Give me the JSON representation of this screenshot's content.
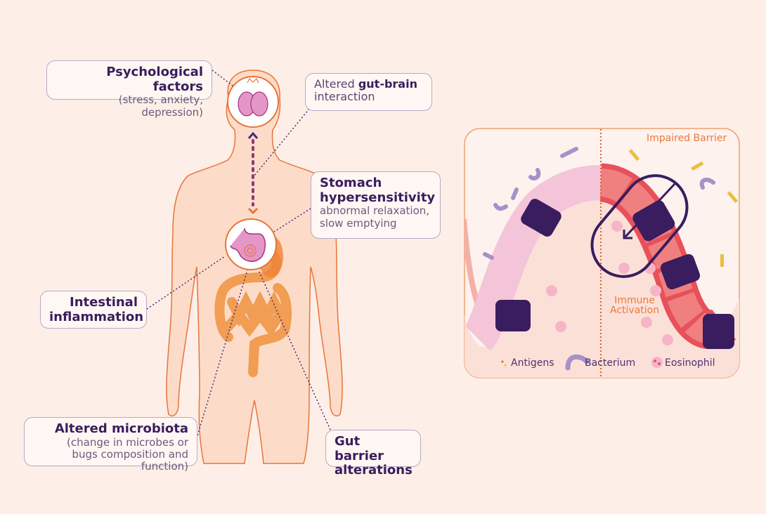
{
  "labels": {
    "psychological": {
      "title": "Psychological factors",
      "sub": "(stress, anxiety, depression)"
    },
    "gut_brain": {
      "pre": "Altered ",
      "bold": "gut-brain",
      "post": "interaction"
    },
    "stomach": {
      "title1": "Stomach",
      "title2": "hypersensitivity",
      "sub1": "abnormal relaxation,",
      "sub2": "slow emptying"
    },
    "inflammation": {
      "title1": "Intestinal",
      "title2": "inflammation"
    },
    "microbiota": {
      "title": "Altered microbiota",
      "sub1": "(change in microbes or",
      "sub2": "bugs composition and function)"
    },
    "barrier": {
      "title1": "Gut barrier",
      "title2": "alterations"
    }
  },
  "panel": {
    "impaired_barrier": "Impaired Barrier",
    "immune1": "Immune",
    "immune2": "Activation",
    "legend": [
      "Antigens",
      "Bacterium",
      "Eosinophil"
    ]
  },
  "colors": {
    "background": "#fdefe7",
    "body": "#fcdcc8",
    "outline": "#e8743b",
    "navy": "#3a1d5e",
    "accent": "#ec7a3c"
  }
}
